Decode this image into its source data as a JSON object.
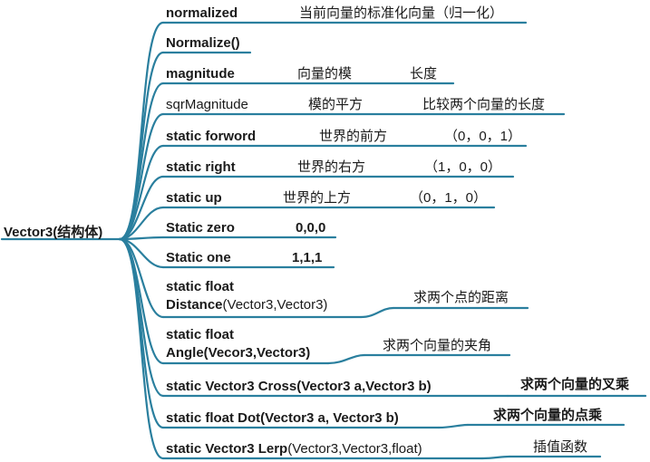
{
  "root": "Vector3(结构体)",
  "branches": [
    {
      "id": "normalized",
      "name": "normalized",
      "desc": "当前向量的标准化向量（归一化）",
      "extra": ""
    },
    {
      "id": "normalize",
      "name": "Normalize()",
      "desc": "",
      "extra": ""
    },
    {
      "id": "magnitude",
      "name": "magnitude",
      "desc": "向量的模",
      "extra": "长度"
    },
    {
      "id": "sqrmagnitude",
      "name": "sqrMagnitude",
      "desc": "模的平方",
      "extra": "比较两个向量的长度"
    },
    {
      "id": "forword",
      "name": "static forword",
      "desc": "世界的前方",
      "extra": "（0，0，1）"
    },
    {
      "id": "right",
      "name": "static right",
      "desc": "世界的右方",
      "extra": "（1，0，0）"
    },
    {
      "id": "up",
      "name": "static up",
      "desc": "世界的上方",
      "extra": "（0，1，0）"
    },
    {
      "id": "zero",
      "name": "Static zero",
      "desc": "0,0,0",
      "extra": ""
    },
    {
      "id": "one",
      "name": "Static one",
      "desc": "1,1,1",
      "extra": ""
    },
    {
      "id": "distance",
      "name_line1": "static float",
      "name_line2_bold": "Distance",
      "name_line2_rest": "(Vector3,Vector3)",
      "desc": "求两个点的距离"
    },
    {
      "id": "angle",
      "name_line1": "static float",
      "name_line2_bold": "Angle(Vecor3,Vector3)",
      "desc": "求两个向量的夹角"
    },
    {
      "id": "cross",
      "name": "static Vector3 Cross(Vector3 a,Vector3 b)",
      "desc": "求两个向量的叉乘"
    },
    {
      "id": "dot",
      "name": "static float Dot(Vector3 a, Vector3 b)",
      "desc": "求两个向量的点乘"
    },
    {
      "id": "lerp",
      "name_bold": "static Vector3 Lerp",
      "name_rest": "(Vector3,Vector3,float)",
      "desc": "插值函数"
    }
  ]
}
